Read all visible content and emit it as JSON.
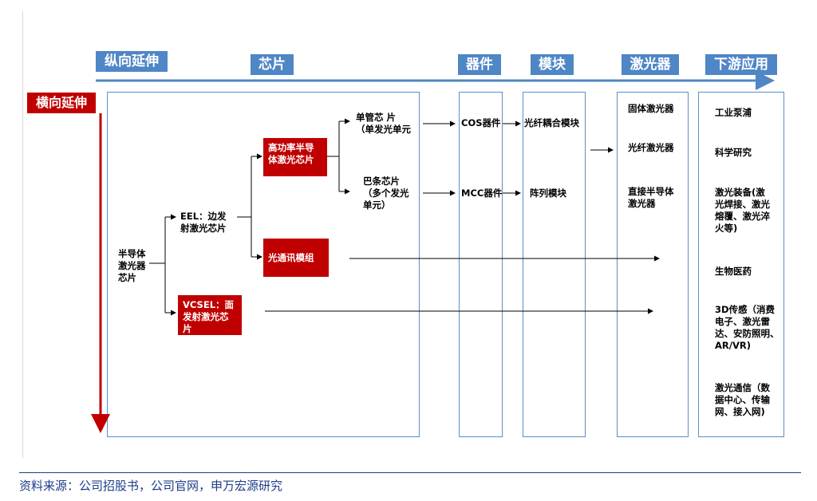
{
  "headers": {
    "longitudinal": "纵向延伸",
    "chip": "芯片",
    "device": "器件",
    "module": "模块",
    "laser": "激光器",
    "downstream": "下游应用"
  },
  "lateral_label": "横向延伸",
  "chip_section": {
    "root": "半导体\n激光器\n芯片",
    "eel": "EEL：边发\n射激光芯片",
    "vcsel": "VCSEL：面\n发射激光芯\n片",
    "high_power": "高功率半导\n体激光芯片",
    "optical_comm": "光通讯模组",
    "single_tube": "单管芯 片\n（单发光单元",
    "bar": "巴条芯片\n（多个发光\n单元）"
  },
  "devices": {
    "cos": "COS器件",
    "mcc": "MCC器件"
  },
  "modules": {
    "fiber_coupled": "光纤耦合模块",
    "array": "阵列模块"
  },
  "lasers": {
    "solid_state": "固体激光器",
    "fiber": "光纤激光器",
    "direct_diode": "直接半导体\n激光器"
  },
  "applications": [
    "工业泵浦",
    "科学研究",
    "激光装备(激\n光焊接、激光\n熔覆、激光淬\n火等)",
    "生物医药",
    "3D传感（消费\n电子、激光雷\n达、安防照明、\nAR/VR)",
    "激光通信（数\n据中心、传输\n网、接入网)"
  ],
  "source": "资料来源：公司招股书，公司官网，申万宏源研究",
  "colors": {
    "header_blue": "#4f86c6",
    "highlight_red": "#c00000",
    "frame_blue": "#5b8fc9"
  }
}
